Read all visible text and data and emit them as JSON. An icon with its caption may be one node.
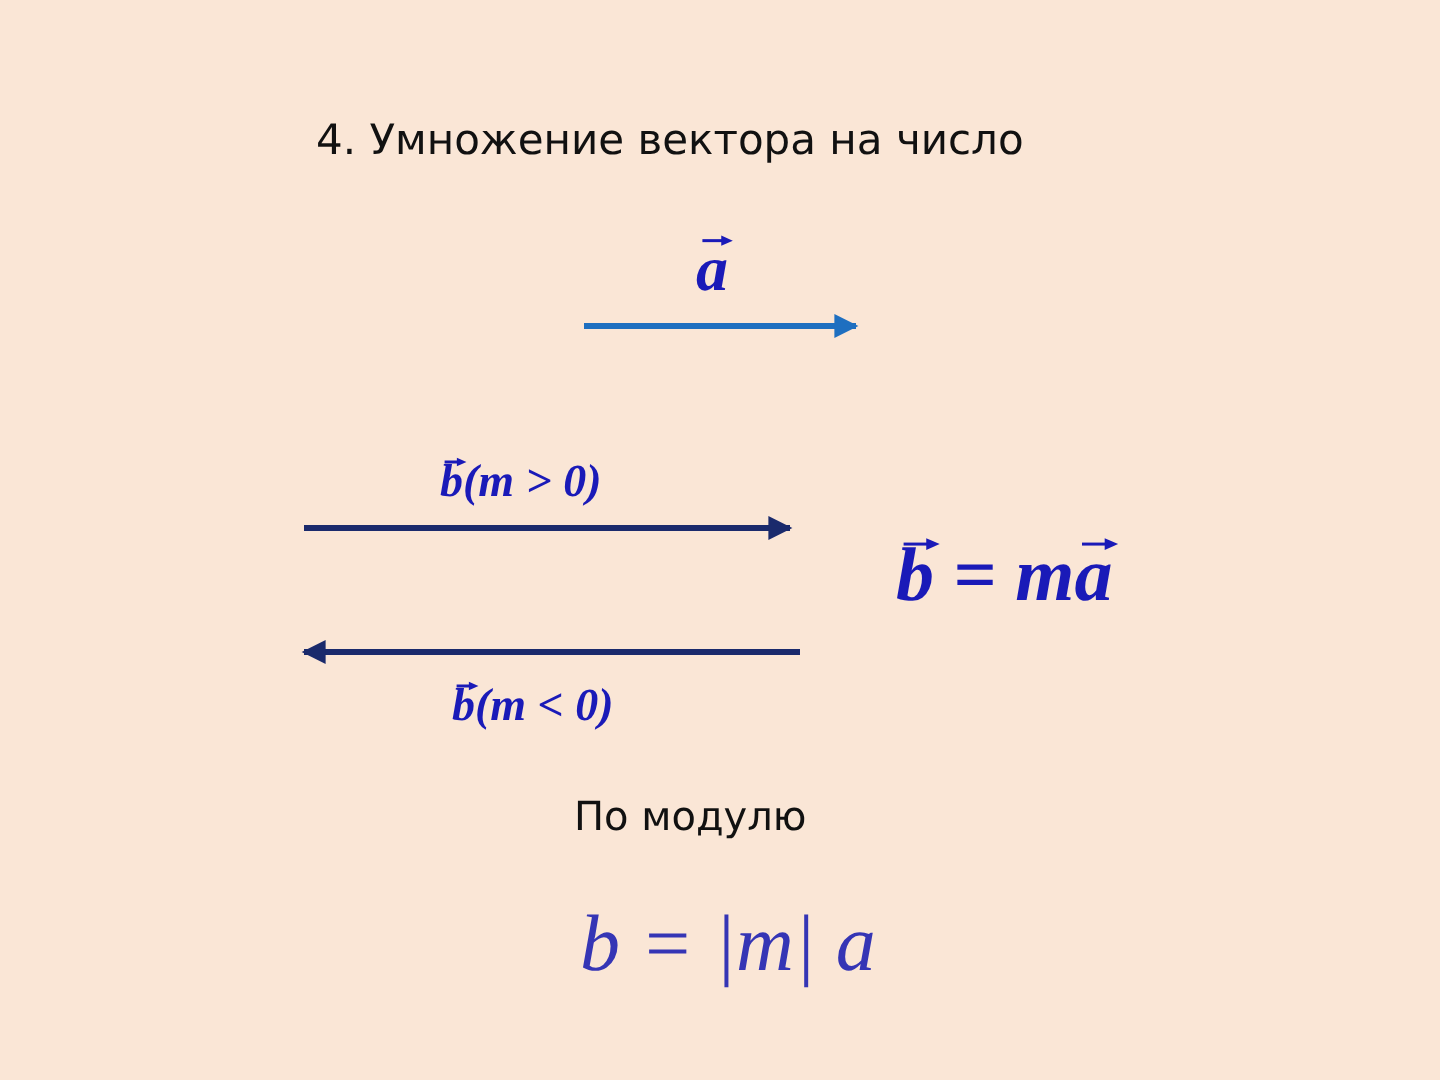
{
  "diagram": {
    "title": "4. Умножение вектора на число",
    "labels": [
      "a",
      "b(m > 0)",
      "b = ma",
      "b(m < 0)",
      "По модулю",
      "b = |m| a"
    ]
  }
}
